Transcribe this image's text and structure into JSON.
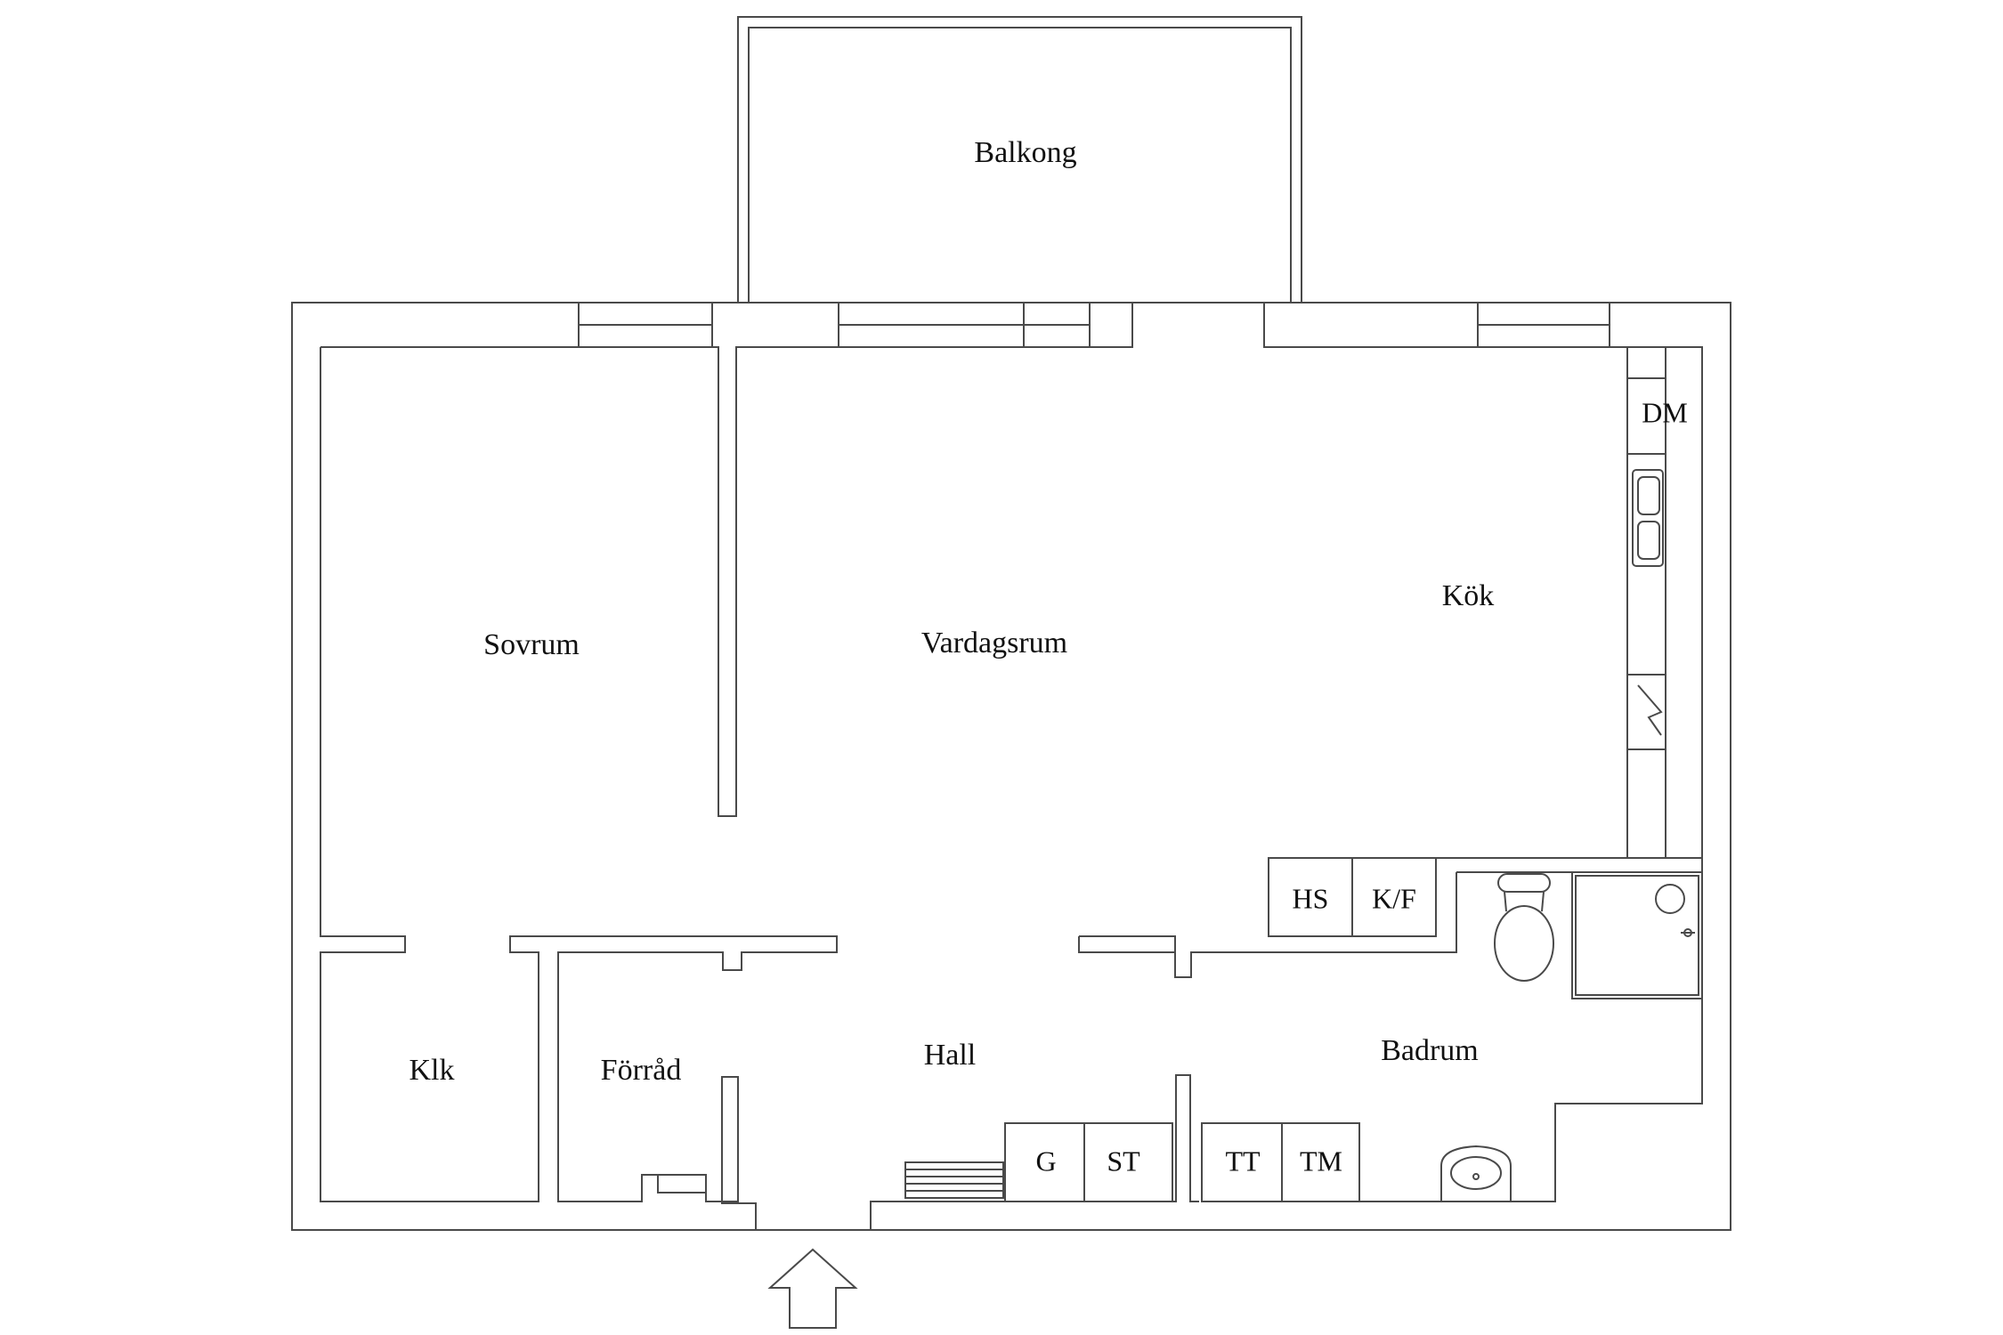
{
  "rooms": {
    "balcony": "Balkong",
    "bedroom": "Sovrum",
    "living_room": "Vardagsrum",
    "kitchen": "Kök",
    "walk_in_closet": "Klk",
    "storage": "Förråd",
    "hall": "Hall",
    "bathroom": "Badrum"
  },
  "fixtures": {
    "dishwasher": "DM",
    "wardrobe_hs": "HS",
    "fridge_freezer": "K/F",
    "closet_g": "G",
    "closet_st": "ST",
    "dryer": "TT",
    "washer": "TM"
  },
  "icons": {
    "entrance": "up-arrow-outline",
    "toilet": "toilet",
    "sink": "sink",
    "shower": "shower",
    "kitchen_sink": "double-sink",
    "stove": "stove"
  },
  "colors": {
    "wall": "#4a4a4a",
    "background": "#ffffff",
    "text": "#111111"
  }
}
